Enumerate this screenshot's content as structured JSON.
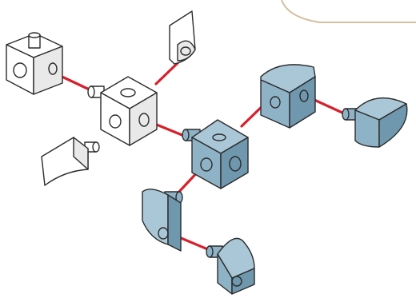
{
  "colors": {
    "background": "#ffffff",
    "corner_panel_stroke": "#d4c0a0",
    "white_block_fill": "#ffffff",
    "white_block_face_dark": "#e9e9e9",
    "blue_block_fill": "#8fb3c6",
    "blue_block_face_light": "#a9c7d6",
    "blue_block_face_dark": "#6f97ad",
    "outline": "#2b2b2b",
    "connector_line": "#d8202c"
  },
  "diagram": {
    "kind": "exploded assembly of connecting blocks",
    "white_parts": [
      "cube",
      "cube",
      "corner-piece",
      "curved-wedge"
    ],
    "blue_parts": [
      "cube",
      "cube",
      "quarter-round",
      "quarter-round",
      "quarter-round"
    ],
    "connector_count": 8
  }
}
